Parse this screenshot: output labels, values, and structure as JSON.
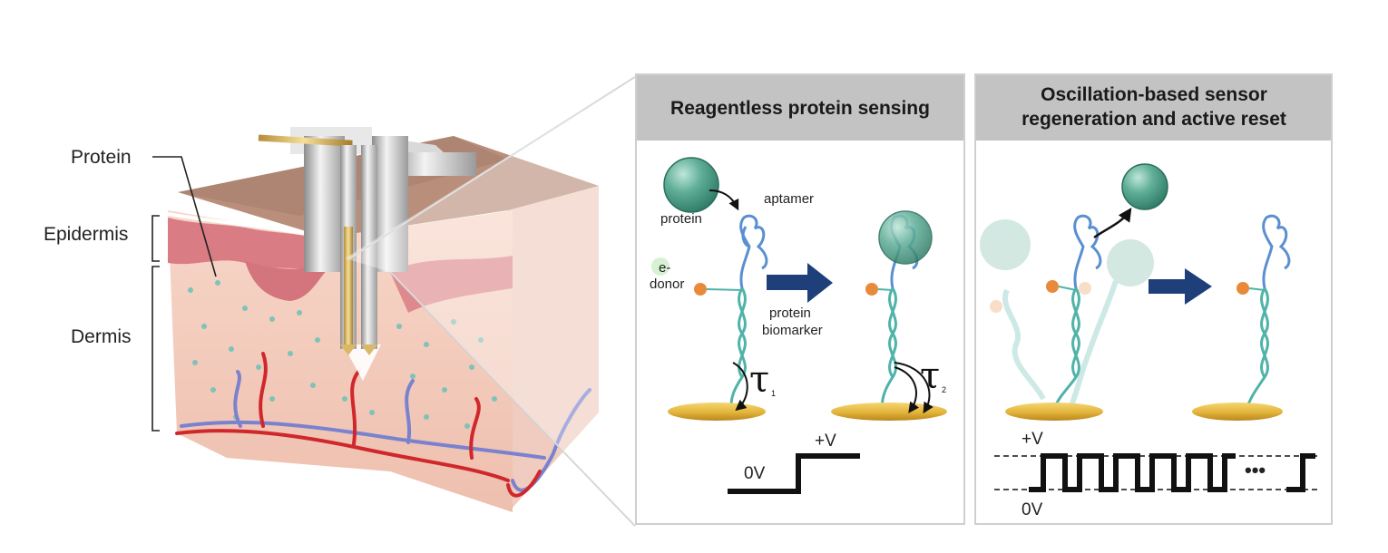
{
  "left_labels": {
    "protein": "Protein",
    "epidermis": "Epidermis",
    "dermis": "Dermis"
  },
  "panel1": {
    "title": "Reagentless protein sensing",
    "protein": "protein",
    "aptamer": "aptamer",
    "e_donor_1": "e-",
    "e_donor_2": "donor",
    "biomarker_1": "protein",
    "biomarker_2": "biomarker",
    "tau1_sub": "1",
    "tau2_sub": "2",
    "v_low": "0V",
    "v_high": "+V"
  },
  "panel2": {
    "title_line1": "Oscillation-based sensor",
    "title_line2": "regeneration and active reset",
    "v_high": "+V",
    "v_low": "0V",
    "ellipsis": "•••"
  },
  "colors": {
    "protein_green": "#5fae97",
    "aptamer_blue": "#5a8fd0",
    "dna_teal": "#4fb3a9",
    "electrode_gold": "#e3b43a",
    "donor_orange": "#e88a3a",
    "arrow_navy": "#1f3f7a",
    "header_gray": "#c3c3c3"
  }
}
